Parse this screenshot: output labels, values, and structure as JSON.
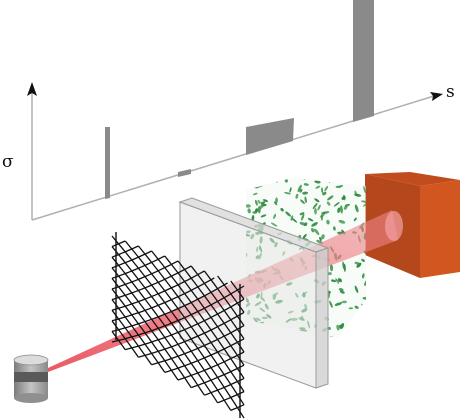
{
  "labels": {
    "s_axis": "s",
    "sigma_axis": "σ"
  },
  "colors": {
    "axis": "#b0b0b0",
    "peak_fill": "#8a8a8a",
    "beam": "#e8505a",
    "mesh": "#111111",
    "slab_fill": "#e6e6e6",
    "leaf": "#2e8b3e",
    "block_front": "#b5471c",
    "block_side": "#d2561f",
    "block_top": "#c14d1e",
    "laser_body": "#9a9a9a",
    "laser_band": "#5a5a5a"
  },
  "spectrum_features": [
    {
      "name": "narrow-line-1",
      "shape": "line"
    },
    {
      "name": "narrow-line-2",
      "shape": "short-line"
    },
    {
      "name": "broad-band",
      "shape": "band"
    },
    {
      "name": "tall-line",
      "shape": "tall-line"
    }
  ],
  "components": [
    {
      "name": "laser-source"
    },
    {
      "name": "wire-mesh"
    },
    {
      "name": "transparent-slab"
    },
    {
      "name": "foliage-cube"
    },
    {
      "name": "solid-block"
    }
  ]
}
